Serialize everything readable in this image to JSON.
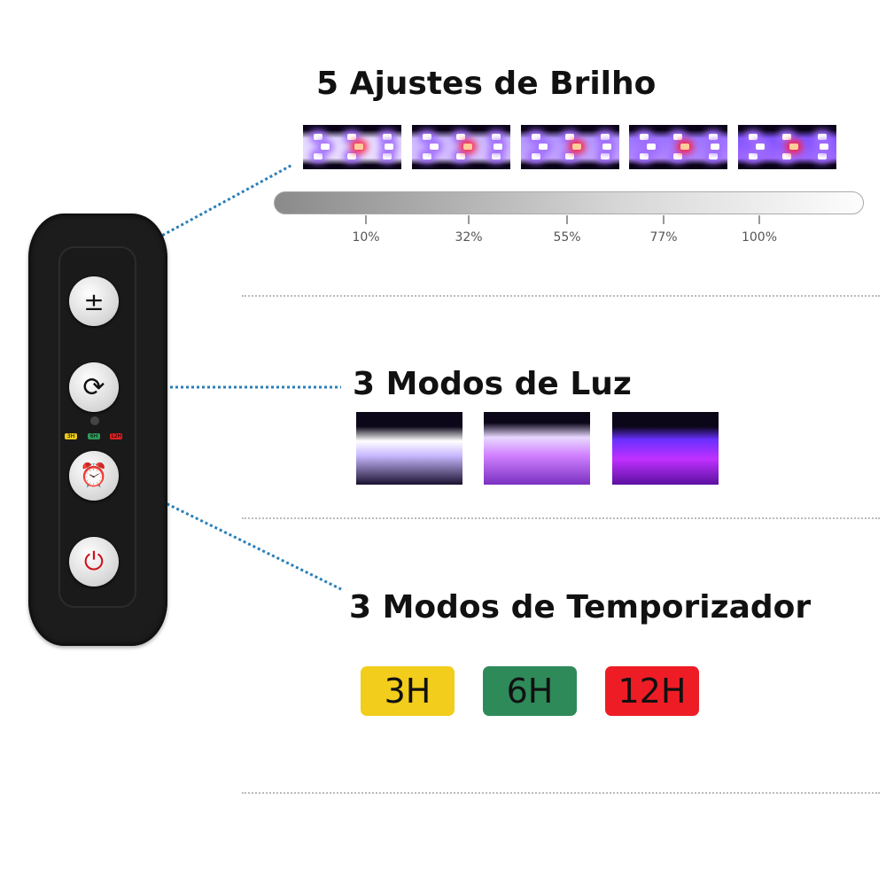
{
  "brightness": {
    "title": "5 Ajustes de Brilho",
    "levels": [
      "10%",
      "32%",
      "55%",
      "77%",
      "100%"
    ]
  },
  "modes": {
    "title": "3 Modos de Luz"
  },
  "timer": {
    "title": "3 Modos de Temporizador",
    "options": [
      {
        "label": "3H",
        "color": "#f2cd1c"
      },
      {
        "label": "6H",
        "color": "#2f8a5a"
      },
      {
        "label": "12H",
        "color": "#ee1d25"
      }
    ]
  },
  "remote": {
    "buttons": {
      "brightness": "±"
    },
    "indicators": [
      "3H",
      "6H",
      "12H"
    ]
  }
}
